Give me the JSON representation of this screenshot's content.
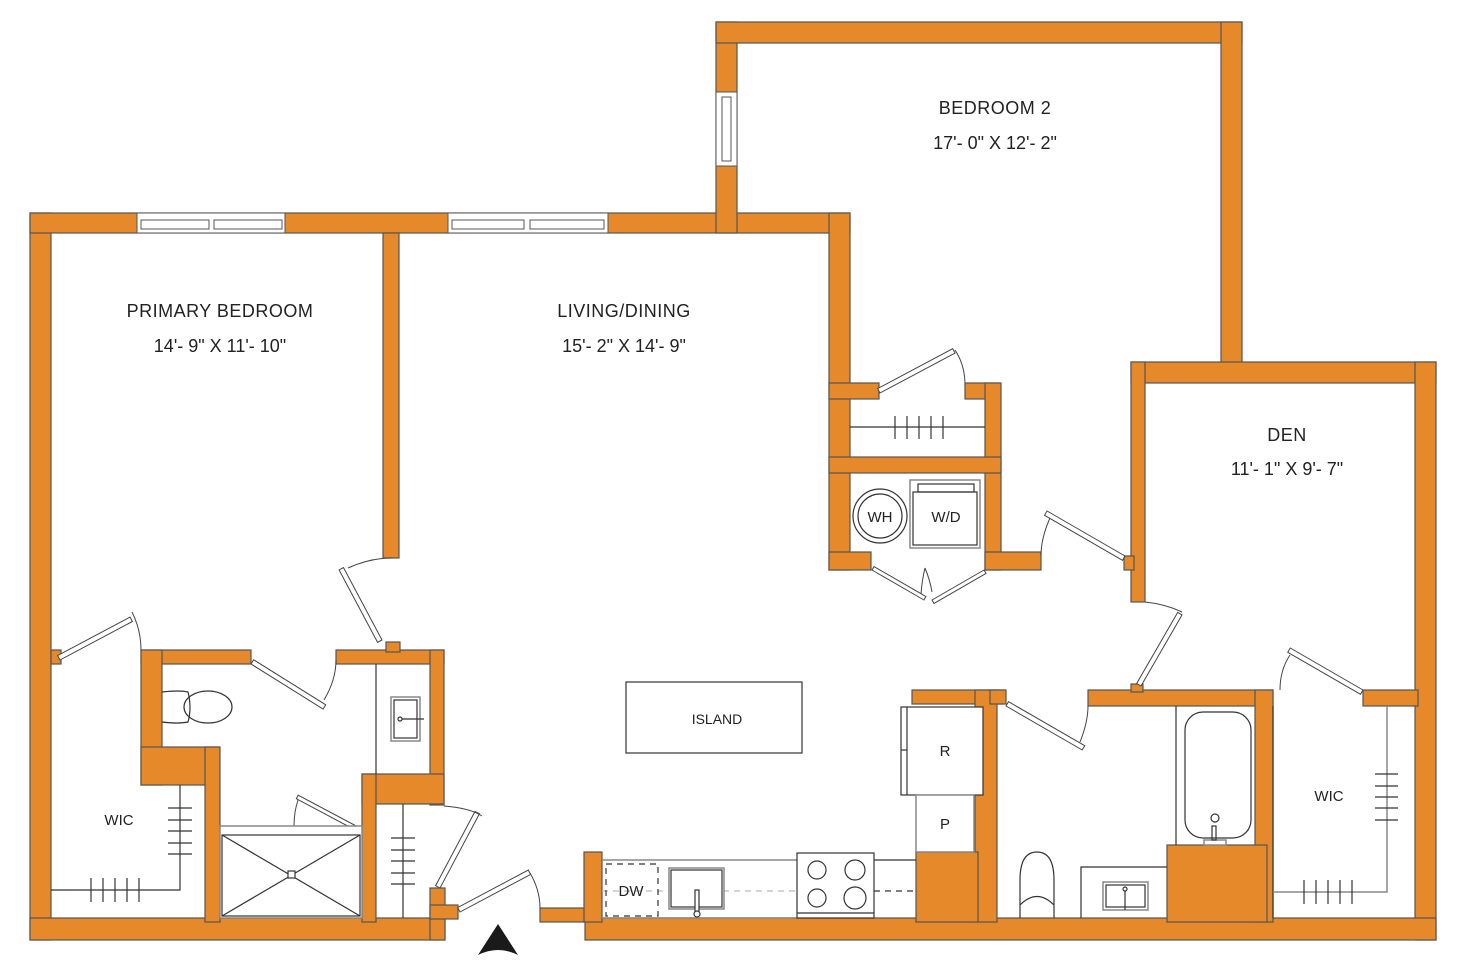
{
  "plan": {
    "wall_color": "#E5892A",
    "rooms": [
      {
        "name": "PRIMARY BEDROOM",
        "dims": "14'- 9\" X 11'- 10\""
      },
      {
        "name": "LIVING/DINING",
        "dims": "15'- 2\" X 14'- 9\""
      },
      {
        "name": "BEDROOM 2",
        "dims": "17'- 0\" X 12'- 2\""
      },
      {
        "name": "DEN",
        "dims": "11'- 1\" X 9'- 7\""
      }
    ],
    "closets": [
      {
        "label": "WIC"
      },
      {
        "label": "WIC"
      }
    ],
    "fixtures": {
      "island": "ISLAND",
      "dishwasher": "DW",
      "refrigerator": "R",
      "pantry": "P",
      "water_heater": "WH",
      "washer_dryer": "W/D"
    },
    "entry_marker": "entry-arrow"
  }
}
